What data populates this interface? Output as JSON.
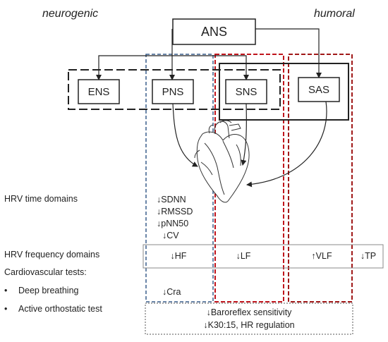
{
  "headers": {
    "left": "neurogenic",
    "right": "humoral"
  },
  "nodes": {
    "ans": "ANS",
    "ens": "ENS",
    "pns": "PNS",
    "sns": "SNS",
    "sas": "SAS"
  },
  "left_labels": {
    "time": "HRV time domains",
    "freq": "HRV frequency domains",
    "cardio": "Cardiovascular tests:",
    "bullet1": "Deep breathing",
    "bullet2": "Active orthostatic test",
    "bullet_char": "•"
  },
  "time_domain_items": [
    "↓SDNN",
    "↓RMSSD",
    "↓pNN50",
    "↓CV"
  ],
  "freq_items": {
    "hf": "↓HF",
    "lf": "↓LF",
    "vlf": "↑VLF",
    "tp": "↓TP"
  },
  "deep_breathing_value": "↓Cra",
  "orthostatic": {
    "line1": "↓Baroreflex sensitivity",
    "line2": "↓K30:15, HR regulation"
  },
  "colors": {
    "pns_border": "#3a5e8c",
    "sns_border": "#c0141c",
    "sas_border": "#a01818"
  },
  "heart_icon": "heart-icon"
}
